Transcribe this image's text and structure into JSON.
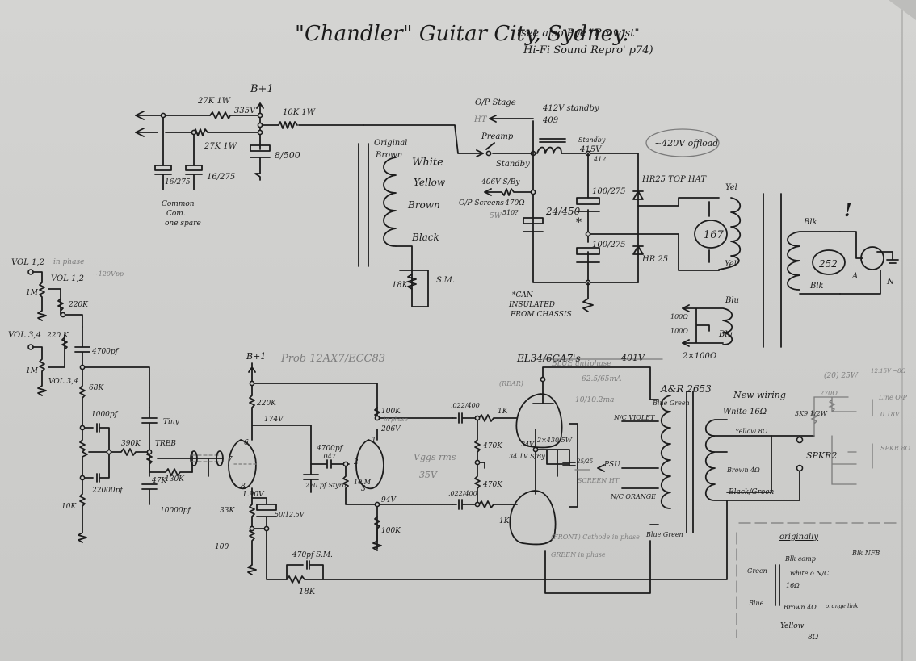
{
  "title": {
    "main": "\"Chandler\" Guitar City, Sydney.",
    "note_line1": "(see also Pye \"Provost\"",
    "note_line2": "Hi-Fi Sound Repro' p74)"
  },
  "power_supply": {
    "b_plus_label": "B+1",
    "voltage_335": "335V",
    "r_27k_top": "27K 1W",
    "r_27k_bottom": "27K 1W",
    "r_10k": "10K 1W",
    "cap_8_500": "8/500",
    "cap_16_275_a": "16/275",
    "cap_16_275_b": "16/275",
    "common_note": [
      "Common",
      "Com.",
      "one spare"
    ],
    "op_stage": "O/P Stage",
    "ht": "HT",
    "standby_412": "412V standby",
    "v_409": "409",
    "preamp": "Preamp",
    "standby_switch": "Standby",
    "v_406": "406V S/By",
    "op_screens": "O/P Screens",
    "r_470": "470Ω",
    "r_5w": "5W",
    "r_5w_q": "510?",
    "cap_24_450": "24/450",
    "standby_415": "Standby",
    "v_415": "415V",
    "v_412": "412",
    "offload": "~420V offload",
    "cap_100_275_a": "100/275",
    "cap_100_275_b": "100/275",
    "diode_hr25_a": "HR25 TOP HAT",
    "diode_hr25_b": "HR 25",
    "can_note": [
      "*CAN",
      "INSULATED",
      "FROM CHASSIS"
    ],
    "asterisk": "*",
    "pt_original": "Original",
    "pt_brown": "Brown",
    "pt_white": "White",
    "pt_yellow": "Yellow",
    "pt_brown2": "Brown",
    "pt_black": "Black",
    "r_18k_bias": "18K",
    "sm": "S.M.",
    "transformer_167": "167",
    "yel_top": "Yel",
    "yel_bottom": "Yel",
    "blu_top": "Blu",
    "blu_bottom": "Blu",
    "r_100_a": "100Ω",
    "r_100_b": "100Ω",
    "r_2x100": "2×100Ω",
    "mains_252": "252",
    "blk_top": "Blk",
    "blk_bottom": "Blk",
    "mains_a": "A",
    "mains_n": "N",
    "exclaim": "!"
  },
  "input_stage": {
    "vol12_label": "VOL 1,2",
    "vol12_inphase": "in phase",
    "vol12_vpp": "~120Vpp",
    "vol12_pot": "VOL 1,2",
    "pot_1m_a": "1M",
    "r_220k": "220K",
    "vol34_label": "VOL 3,4",
    "r_220k_b": "220 K",
    "pot_1m_b": "1M",
    "vol34_pot": "VOL 3,4",
    "cap_4700": "4700pf",
    "r_68k": "68K",
    "cap_1000": "1000pf",
    "cap_22000": "22000pf",
    "r_10k": "10K",
    "r_390k": "390K",
    "treble": "TREB",
    "tiny": "Tiny",
    "r_47k": "47K",
    "r_130k": "130K",
    "cap_10000": "10000pf"
  },
  "preamp": {
    "b_plus": "B+1",
    "tube_label": "Prob 12AX7/ECC83",
    "r_220k": "220K",
    "v_174": "174V",
    "pin6": "6",
    "pin7": "7",
    "pin8": "8",
    "v_190": "1.90V",
    "r_33k": "33K",
    "cap_50": "50/12.5V",
    "r_100": "100",
    "cap_4700": "4700pf",
    "cap_047": ".047",
    "cap_270": "270 pf Styro",
    "r_10m": "10 M",
    "pin1": "1",
    "pin2": "2",
    "pin3": "3",
    "r_100k_plate": "100K",
    "in_phase": "in phase",
    "v_206": "206V",
    "v_94": "94V",
    "r_100k_cathode": "100K",
    "vggs": "Vggs rms",
    "v_35": "35V",
    "cap_470": "470pf S.M.",
    "r_18k": "18K"
  },
  "power_amp": {
    "tubes": "EL34/6CA7's",
    "blue_antiphase": "BLUE antiphase",
    "v_401": "401V",
    "current": "62.5/65mA",
    "rear": "(REAR)",
    "screen_current": "10/10.2ma",
    "cap_022_a": ".022/400",
    "cap_022_b": ".022/400",
    "r_1k_a": "1K",
    "r_1k_b": "1K",
    "r_470k_a": "470K",
    "r_470k_b": "470K",
    "v_34": "34V",
    "v_341": "34.1V S/By",
    "r_2x430": "2×430 5W",
    "cap_25": "25/25",
    "screen_ht": "SCREEN HT",
    "psu": "PSU",
    "front": "(FRONT) Cathode in phase",
    "green_inphase": "GREEN in phase",
    "ot_label": "A&R 2653",
    "blue_green_top": "Blue Green",
    "nc_violet": "N/C VIOLET",
    "nc_orange": "N/C ORANGE",
    "blue_green_bottom": "Blue Green"
  },
  "output_wiring": {
    "new_wiring": "New wiring",
    "white_16": "White 16Ω",
    "yellow_8": "Yellow 8Ω",
    "brown_4": "Brown 4Ω",
    "black_green": "Black/Green",
    "r_3k9": "3K9 1/2W",
    "r_270": "270Ω",
    "power_note": "(20) 25W",
    "v_note": "12.15V ~8Ω",
    "line_op": "Line O/P",
    "v_18": "0.18V",
    "spkr2": "SPKR2",
    "spkr_8": "SPKR 8Ω"
  },
  "originally_box": {
    "title": "originally",
    "blk_comp": "Blk comp",
    "blk_nfb": "Blk NFB",
    "green": "Green",
    "white_nc": "white o N/C",
    "r16": "16Ω",
    "blue": "Blue",
    "brown4": "Brown 4Ω",
    "orange_link": "orange link",
    "yellow": "Yellow",
    "r8": "8Ω"
  }
}
